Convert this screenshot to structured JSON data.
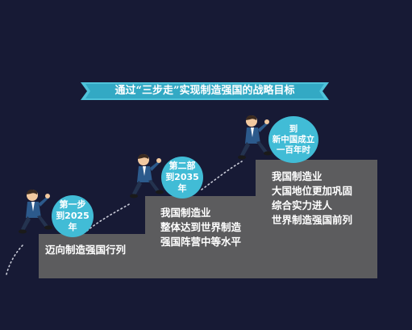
{
  "banner": {
    "title": "通过“三步走”实现制造强国的战略目标"
  },
  "steps": [
    {
      "badge": [
        "第一步",
        "到2025年"
      ],
      "lines": [
        "迈向制造强国行列"
      ]
    },
    {
      "badge": [
        "第二部",
        "到2035年"
      ],
      "lines": [
        "我国制造业",
        "整体达到世界制造",
        "强国阵营中等水平"
      ]
    },
    {
      "badge": [
        "到",
        "新中国成立",
        "一百年时"
      ],
      "lines": [
        "我国制造业",
        "大国地位更加巩固",
        "综合实力进人",
        "世界制造强国前列"
      ]
    }
  ],
  "colors": {
    "background": "#171a35",
    "accent": "#41bcd6",
    "step": "#5c5c5e",
    "suit": "#2c5a8c"
  }
}
